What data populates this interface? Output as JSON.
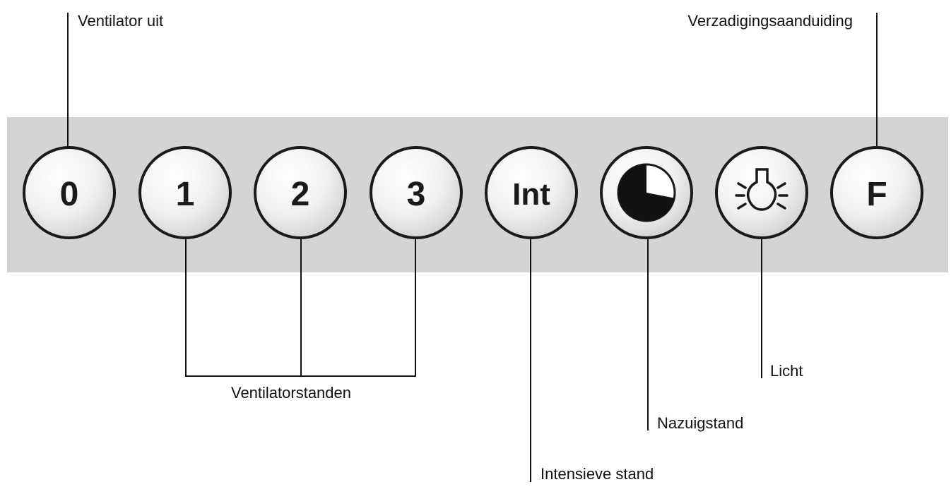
{
  "panel": {
    "color": "#d4d4d4",
    "buttons": [
      {
        "id": "0",
        "label": "0",
        "icon": null
      },
      {
        "id": "1",
        "label": "1",
        "icon": null
      },
      {
        "id": "2",
        "label": "2",
        "icon": null
      },
      {
        "id": "3",
        "label": "3",
        "icon": null
      },
      {
        "id": "int",
        "label": "Int",
        "icon": null
      },
      {
        "id": "nazuig",
        "label": "",
        "icon": "pie-timer-icon"
      },
      {
        "id": "licht",
        "label": "",
        "icon": "light-bulb-icon"
      },
      {
        "id": "f",
        "label": "F",
        "icon": null
      }
    ]
  },
  "labels": {
    "ventilator_uit": "Ventilator uit",
    "verzadiging": "Verzadigingsaanduiding",
    "ventilatorstanden": "Ventilatorstanden",
    "intensieve_stand": "Intensieve stand",
    "nazuigstand": "Nazuigstand",
    "licht": "Licht"
  }
}
